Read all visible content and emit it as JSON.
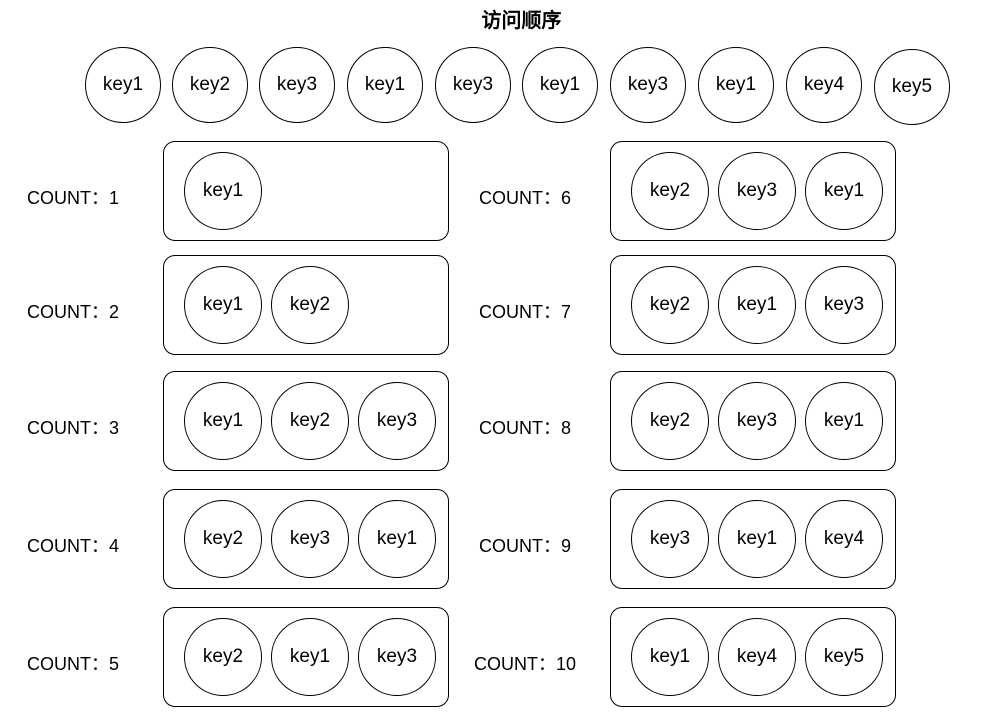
{
  "title": "访问顺序",
  "sequence": [
    "key1",
    "key2",
    "key3",
    "key1",
    "key3",
    "key1",
    "key3",
    "key1",
    "key4",
    "key5"
  ],
  "snapshots": [
    {
      "label": "COUNT：1",
      "keys": [
        "key1"
      ]
    },
    {
      "label": "COUNT：2",
      "keys": [
        "key1",
        "key2"
      ]
    },
    {
      "label": "COUNT：3",
      "keys": [
        "key1",
        "key2",
        "key3"
      ]
    },
    {
      "label": "COUNT：4",
      "keys": [
        "key2",
        "key3",
        "key1"
      ]
    },
    {
      "label": "COUNT：5",
      "keys": [
        "key2",
        "key1",
        "key3"
      ]
    },
    {
      "label": "COUNT：6",
      "keys": [
        "key2",
        "key3",
        "key1"
      ]
    },
    {
      "label": "COUNT：7",
      "keys": [
        "key2",
        "key1",
        "key3"
      ]
    },
    {
      "label": "COUNT：8",
      "keys": [
        "key2",
        "key3",
        "key1"
      ]
    },
    {
      "label": "COUNT：9",
      "keys": [
        "key3",
        "key1",
        "key4"
      ]
    },
    {
      "label": "COUNT：10",
      "keys": [
        "key1",
        "key4",
        "key5"
      ]
    }
  ]
}
